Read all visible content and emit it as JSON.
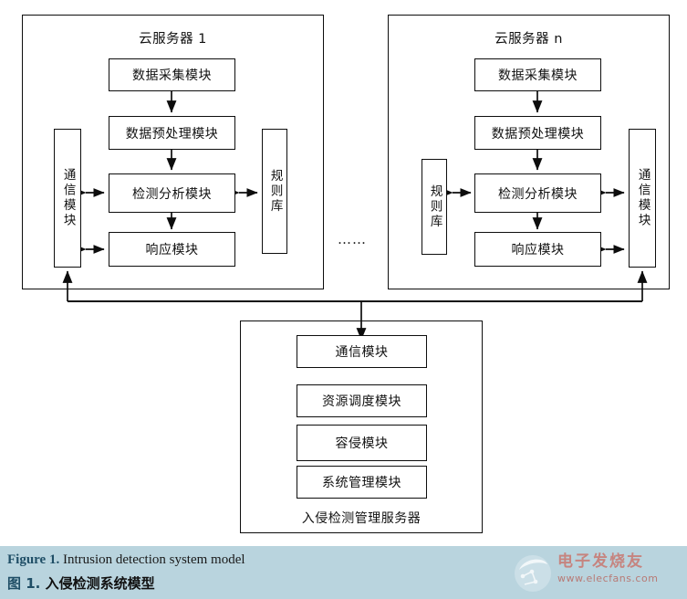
{
  "figure": {
    "caption_en_prefix": "Figure 1.",
    "caption_en": " Intrusion detection system model",
    "caption_cn_prefix": "图 1.",
    "caption_cn": " 入侵检测系统模型"
  },
  "watermark": {
    "brand_cn": "电子发烧友",
    "url": "www.elecfans.com"
  },
  "separator_text": "……",
  "colors": {
    "caption_band": "#b9d4de",
    "caption_accent": "#1f4e66",
    "stroke": "#0d0d0d",
    "watermark_text": "#c9736b"
  },
  "cloud_server_left": {
    "title": "云服务器 1",
    "comm_module": "通信模块",
    "rule_library": "规则库",
    "modules": [
      "数据采集模块",
      "数据预处理模块",
      "检测分析模块",
      "响应模块"
    ]
  },
  "cloud_server_right": {
    "title": "云服务器 n",
    "comm_module": "通信模块",
    "rule_library": "规则库",
    "modules": [
      "数据采集模块",
      "数据预处理模块",
      "检测分析模块",
      "响应模块"
    ]
  },
  "management_server": {
    "label": "入侵检测管理服务器",
    "modules": [
      "通信模块",
      "资源调度模块",
      "容侵模块",
      "系统管理模块"
    ]
  }
}
